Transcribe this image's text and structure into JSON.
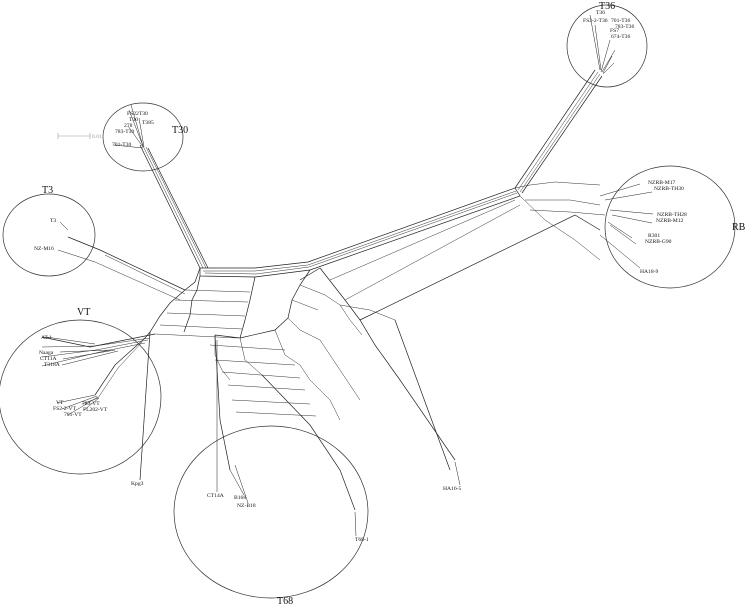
{
  "groups": [
    {
      "id": "T36",
      "label": "T36",
      "taxa": [
        "T36",
        "FS2-2-T36",
        "701-T36",
        "783-T36",
        "FS7",
        "674-T36"
      ]
    },
    {
      "id": "T30",
      "label": "T30",
      "taxa": [
        "FS22T30",
        "T30",
        "T385",
        "278",
        "783-T30",
        "701-T30"
      ]
    },
    {
      "id": "T3",
      "label": "T3",
      "taxa": [
        "T3",
        "NZ-M16"
      ]
    },
    {
      "id": "RB",
      "label": "RB",
      "taxa": [
        "NZRB-M17",
        "NZRB-TH30",
        "NZRB-TH28",
        "NZRB-M12",
        "R301",
        "NZRB-G90",
        "HA18-9"
      ]
    },
    {
      "id": "VT",
      "label": "VT",
      "taxa": [
        "AT-1",
        "Naaga",
        "CT11A",
        "T318A",
        "VT",
        "FS2-2-VT",
        "701-VT",
        "783-VT",
        "FL202-VT",
        "Kpg3"
      ]
    },
    {
      "id": "T68",
      "label": "T68",
      "taxa": [
        "CT14A",
        "B168",
        "NZ-B18",
        "T68-1"
      ]
    }
  ],
  "ungrouped_taxa": [
    "HA16-5"
  ],
  "scale_label": "0.01"
}
